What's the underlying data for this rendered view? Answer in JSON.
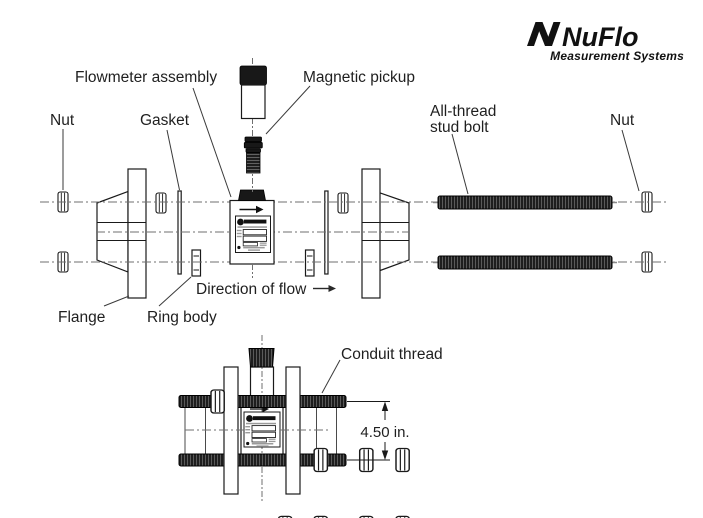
{
  "logo": {
    "brand": "NuFlo",
    "tagline": "Measurement Systems",
    "glyph": "nuflo-n-mark",
    "color": "#111111"
  },
  "diagram": {
    "labels": {
      "flowmeter_assembly": "Flowmeter assembly",
      "magnetic_pickup": "Magnetic pickup",
      "nut_left": "Nut",
      "gasket": "Gasket",
      "all_thread_line1": "All-thread",
      "all_thread_line2": "stud bolt",
      "nut_right": "Nut",
      "flange": "Flange",
      "ring_body": "Ring body",
      "direction_of_flow": "Direction of flow",
      "conduit_thread": "Conduit thread"
    },
    "dimension": {
      "value": "4.50 in."
    },
    "colors": {
      "line": "#1a1a1a",
      "centerline": "#6f6f6f",
      "thread_dark": "#1e1e1e",
      "background": "#ffffff"
    }
  }
}
